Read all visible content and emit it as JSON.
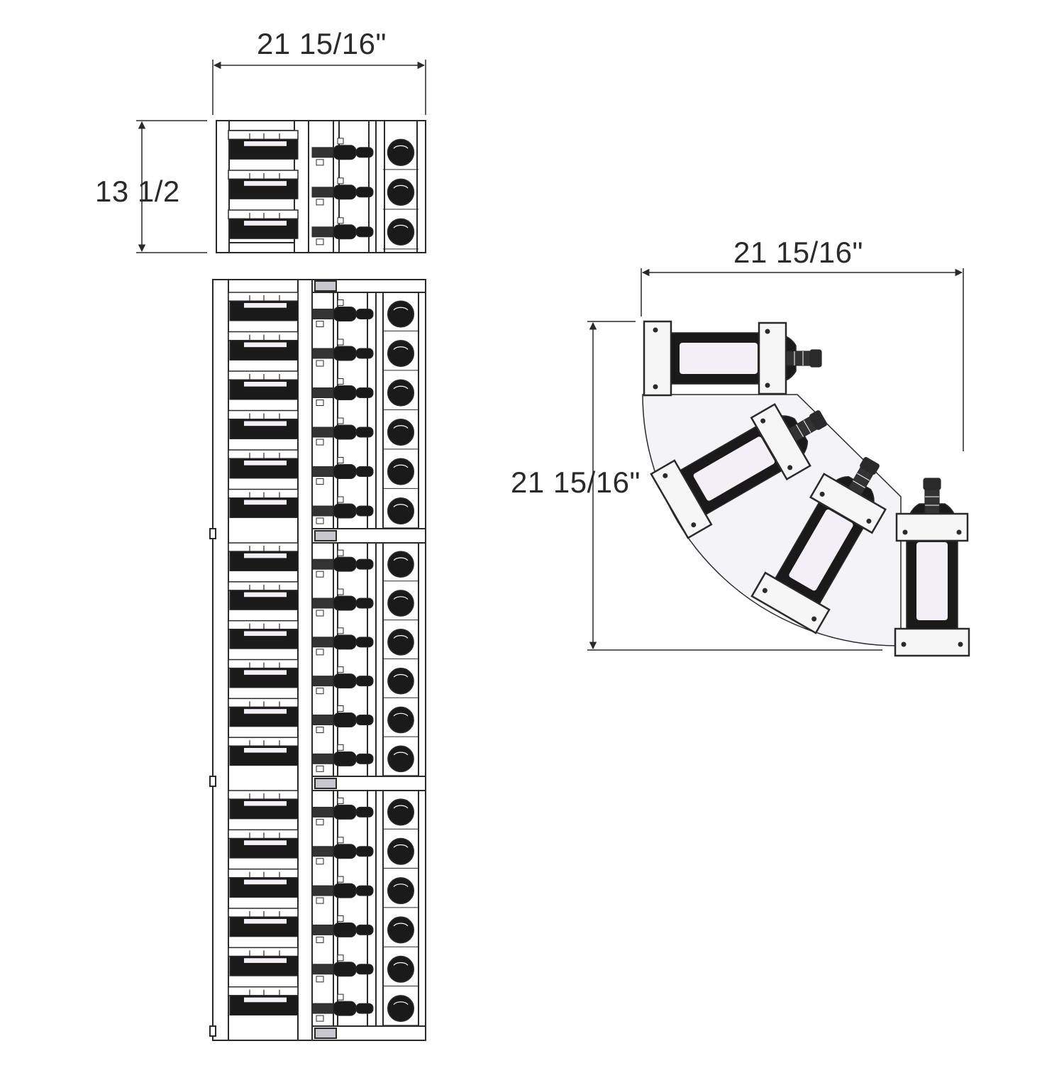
{
  "dimensions": {
    "top_view_width": "21 15/16\"",
    "top_view_height": "13 1/2",
    "corner_width": "21 15/16\"",
    "corner_height": "21 15/16\""
  },
  "colors": {
    "line": "#2a2a2a",
    "frame": "#ffffff",
    "bottle": "#1a1a1a",
    "label": "#f2f0f4",
    "plate": "#f6f6f6",
    "accent_gray": "#b9b9bd"
  }
}
